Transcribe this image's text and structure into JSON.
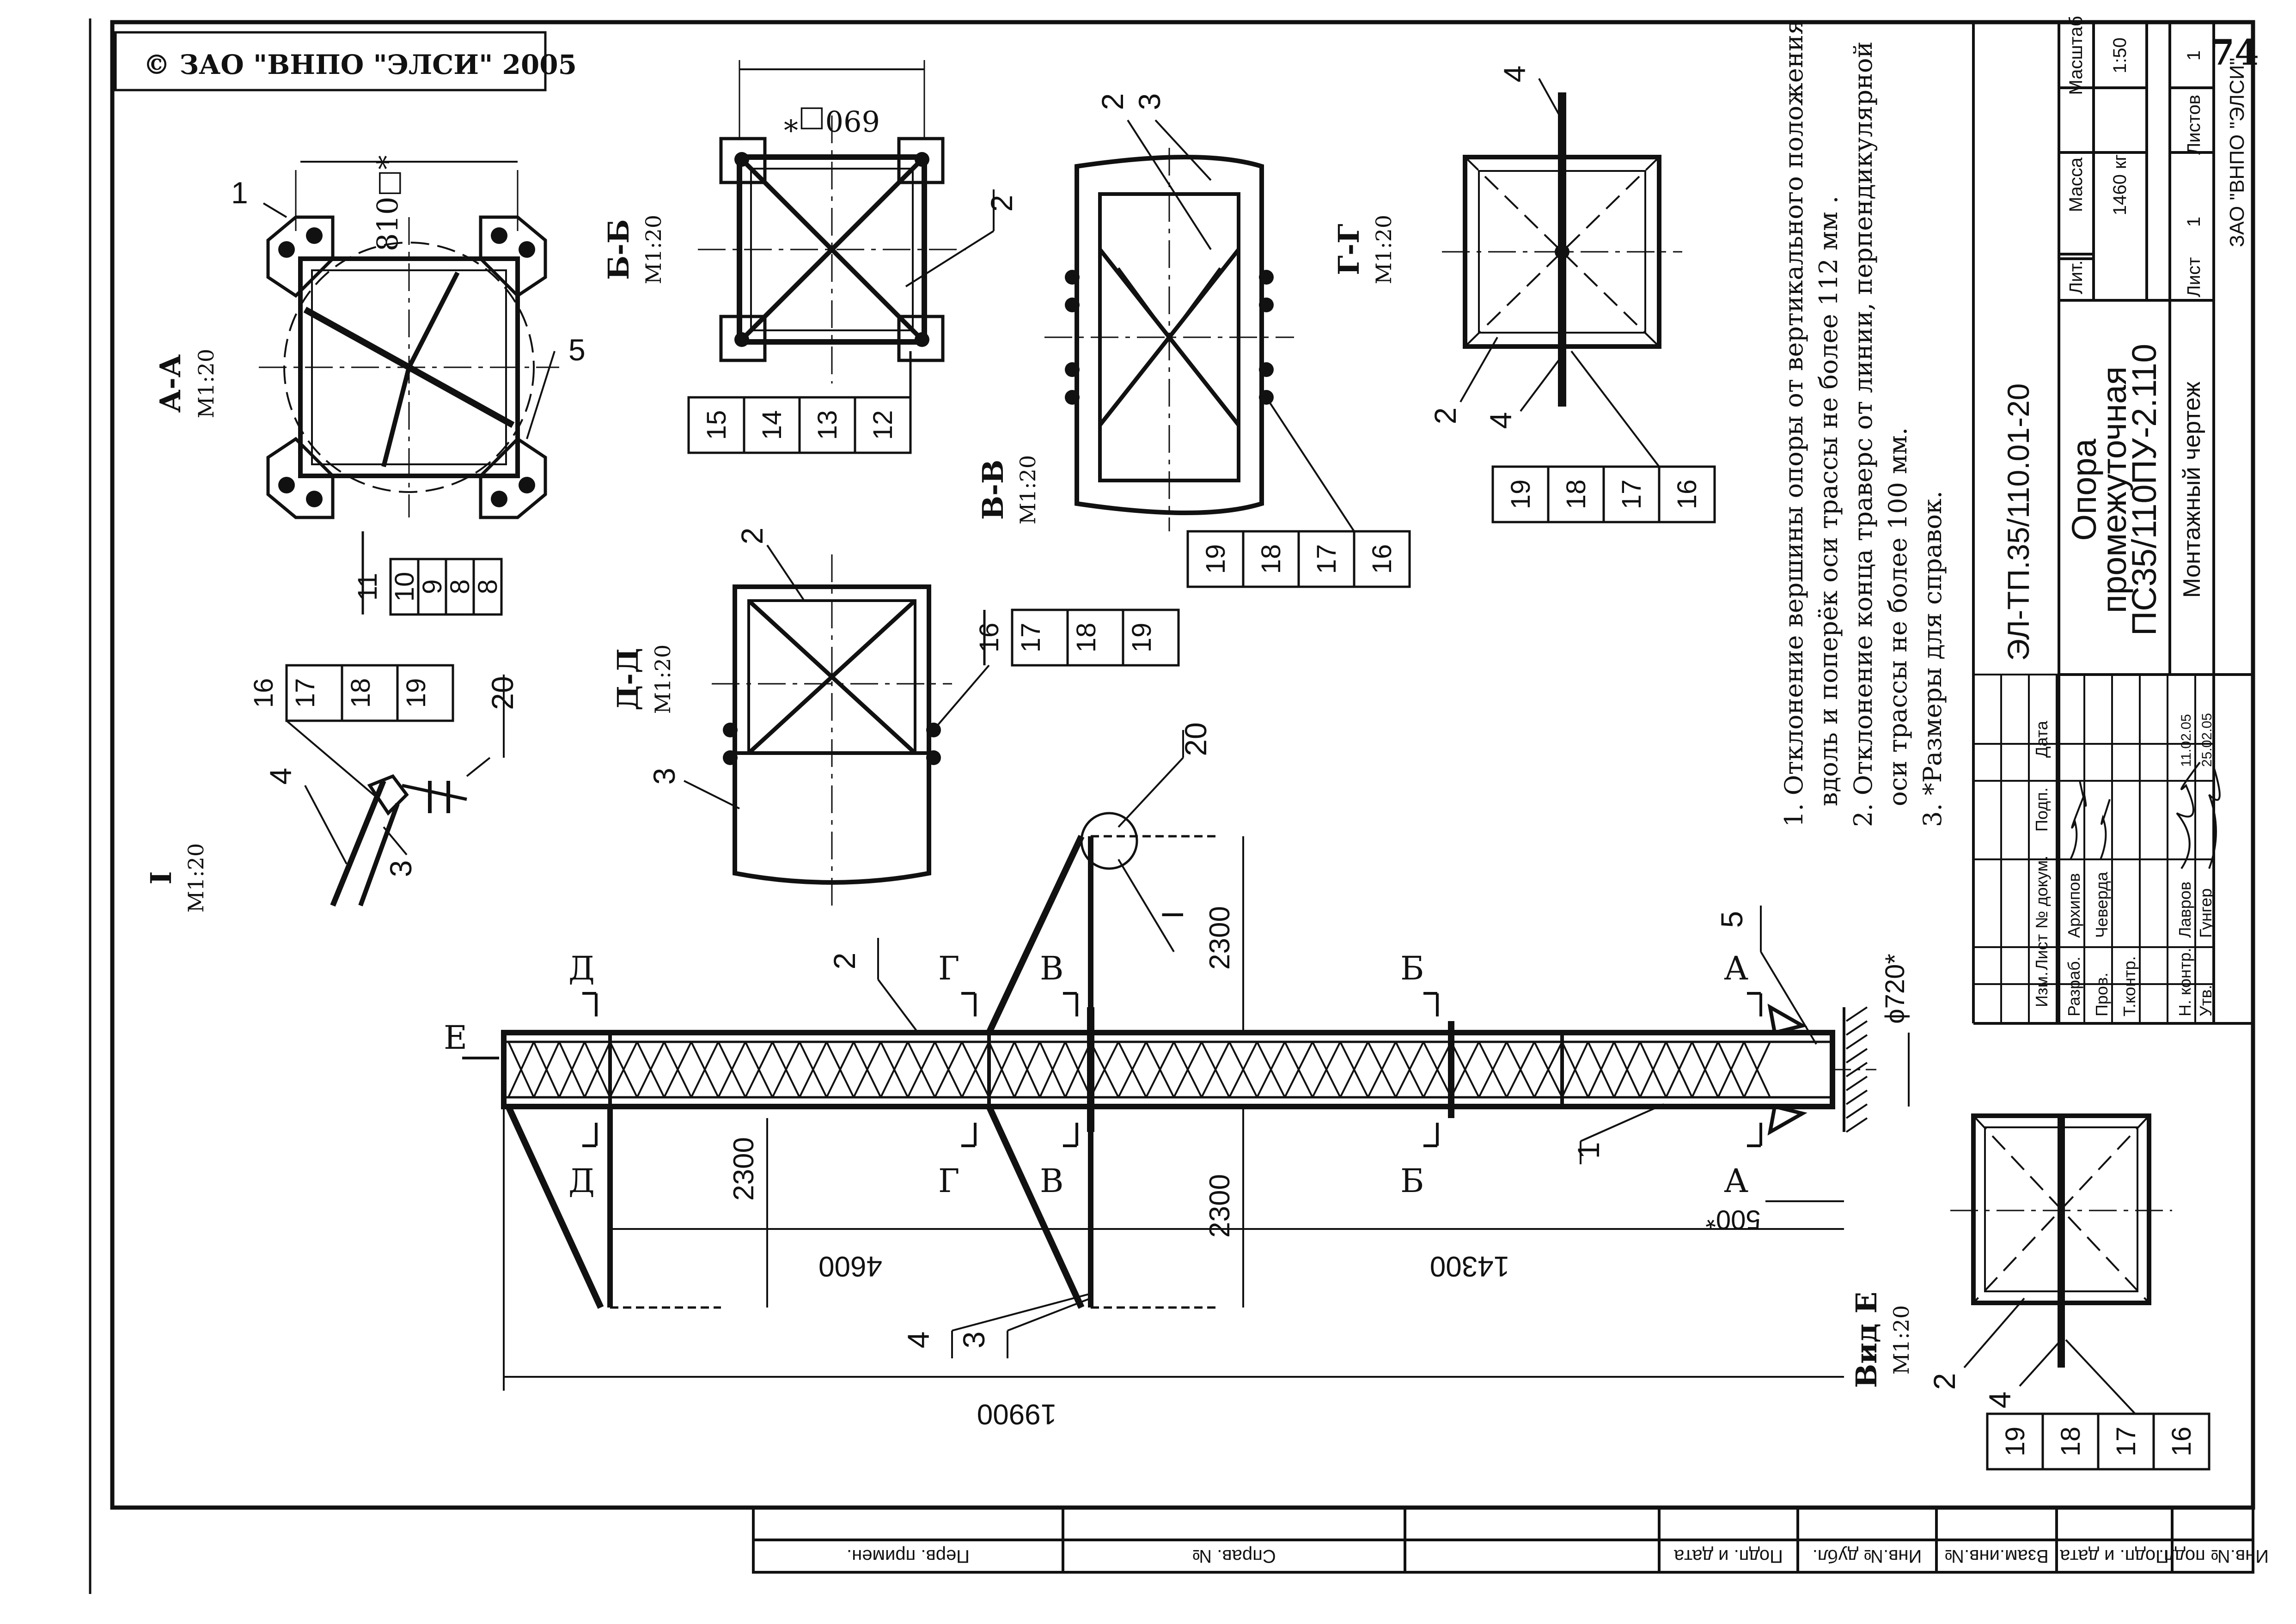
{
  "copyright": "© ЗАО \"ВНПО \"ЭЛСИ\" 2005",
  "sections": {
    "aa": {
      "title": "А-А",
      "scale": "М1:20",
      "dim": "810□*"
    },
    "bb": {
      "title": "Б-Б",
      "scale": "М1:20",
      "dim": "690□*"
    },
    "vv": {
      "title": "В-В",
      "scale": "М1:20"
    },
    "gg": {
      "title": "Г-Г",
      "scale": "М1:20"
    },
    "dd": {
      "title": "Д-Д",
      "scale": "М1:20"
    },
    "i": {
      "title": "I",
      "scale": "М1:20"
    },
    "ve": {
      "title": "Вид Е",
      "scale": "М1:20"
    }
  },
  "callouts": {
    "aa": [
      "11",
      "10",
      "9",
      "8"
    ],
    "bb": [
      "15",
      "14",
      "13",
      "12"
    ],
    "vv": [
      "19",
      "18",
      "17",
      "16"
    ],
    "gg": [
      "19",
      "18",
      "17",
      "16"
    ],
    "dd": [
      "16",
      "17",
      "18",
      "19"
    ],
    "i": [
      "16",
      "17",
      "18",
      "19"
    ],
    "ve": [
      "19",
      "18",
      "17",
      "16"
    ]
  },
  "leaders": {
    "n1": "1",
    "n2": "2",
    "n3": "3",
    "n4": "4",
    "n5": "5",
    "n20": "20",
    "rI": "I"
  },
  "cut_marks": {
    "a": "А",
    "b": "Б",
    "v": "В",
    "g": "Г",
    "d": "Д",
    "e": "Е"
  },
  "dimensions": {
    "d2300a": "2300",
    "d2300b": "2300",
    "d2300c": "2300",
    "d4600": "4600",
    "d14300": "14300",
    "d19900": "19900",
    "d500": "500*",
    "d720": "ϕ720*"
  },
  "notes": [
    "1. Отклонение вершины опоры от вертикального положения",
    "вдоль и поперёк оси трассы не более 112 мм .",
    "2. Отклонение конца траверс от линии, перпендикулярной",
    "оси трассы не более 100 мм.",
    "3. *Размеры для справок."
  ],
  "title_block": {
    "code": "ЭЛ-ТП.35/110.01-20",
    "name": [
      "Опора",
      "промежуточная",
      "ПС35/110ПУ-2.110"
    ],
    "doc_type": "Монтажный чертеж",
    "org": "ЗАО \"ВНПО \"ЭЛСИ\"",
    "page": "74",
    "hdr_lit": "Лит.",
    "hdr_mass": "Масса",
    "hdr_scale": "Масштаб",
    "mass": "1460 кг",
    "scale": "1:50",
    "sheet_label": "Лист",
    "sheet_no": "1",
    "sheets_label": "Листов",
    "sheets_no": "1",
    "cols": [
      "Изм.",
      "Лист",
      "№ докум.",
      "Подп.",
      "Дата"
    ],
    "roles": [
      {
        "role": "Разраб.",
        "name": "Архипов"
      },
      {
        "role": "Пров.",
        "name": "Чеверда"
      },
      {
        "role": "Т.контр.",
        "name": ""
      },
      {
        "role": "",
        "name": ""
      },
      {
        "role": "Н. контр.",
        "name": "Лавров"
      },
      {
        "role": "Утв.",
        "name": "Гунгер"
      }
    ],
    "dates": [
      "11.02.05",
      "25.02.05"
    ]
  },
  "bottom_strip": [
    "Инв.№ подл.",
    "Подп. и дата",
    "Взам.инв.№",
    "Инв.№ дубл.",
    "Подп. и дата",
    "Справ. №",
    "Перв. примен."
  ]
}
